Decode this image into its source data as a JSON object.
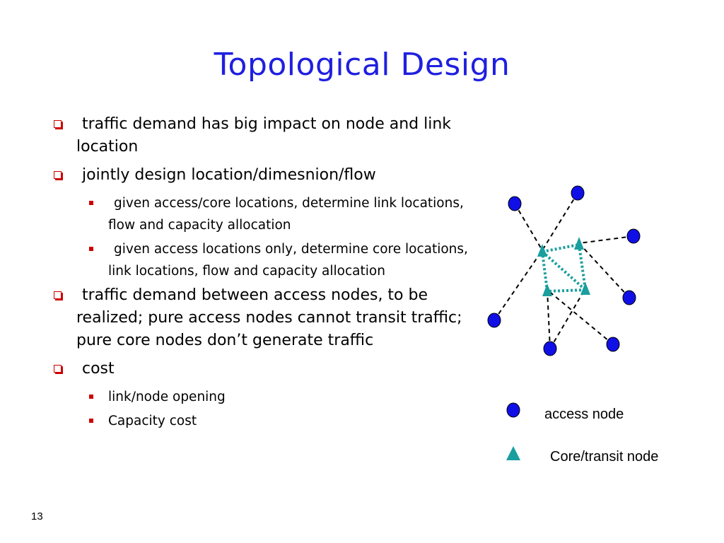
{
  "slide": {
    "title": "Topological Design",
    "page_number": "13"
  },
  "bullets": [
    {
      "text": "traffic demand has big impact on node and link location"
    },
    {
      "text": "jointly design location/dimesnion/flow",
      "sub": [
        "given access/core locations, determine link locations, flow and capacity allocation",
        "given access locations only, determine core locations, link locations, flow and capacity allocation"
      ]
    },
    {
      "text": "traffic demand between access nodes, to be realized; pure access nodes cannot transit traffic; pure core nodes don’t generate traffic"
    },
    {
      "text": "cost",
      "sub": [
        "link/node opening",
        "Capacity cost"
      ]
    }
  ],
  "diagram": {
    "legend": {
      "access": "access node",
      "core": "Core/transit node"
    },
    "colors": {
      "access_node": "#1010e6",
      "core_node": "#1a9e9e",
      "access_link": "#000000",
      "core_link": "#1a9e9e",
      "bullet": "#cc0000",
      "title": "#1f1fe0"
    }
  }
}
